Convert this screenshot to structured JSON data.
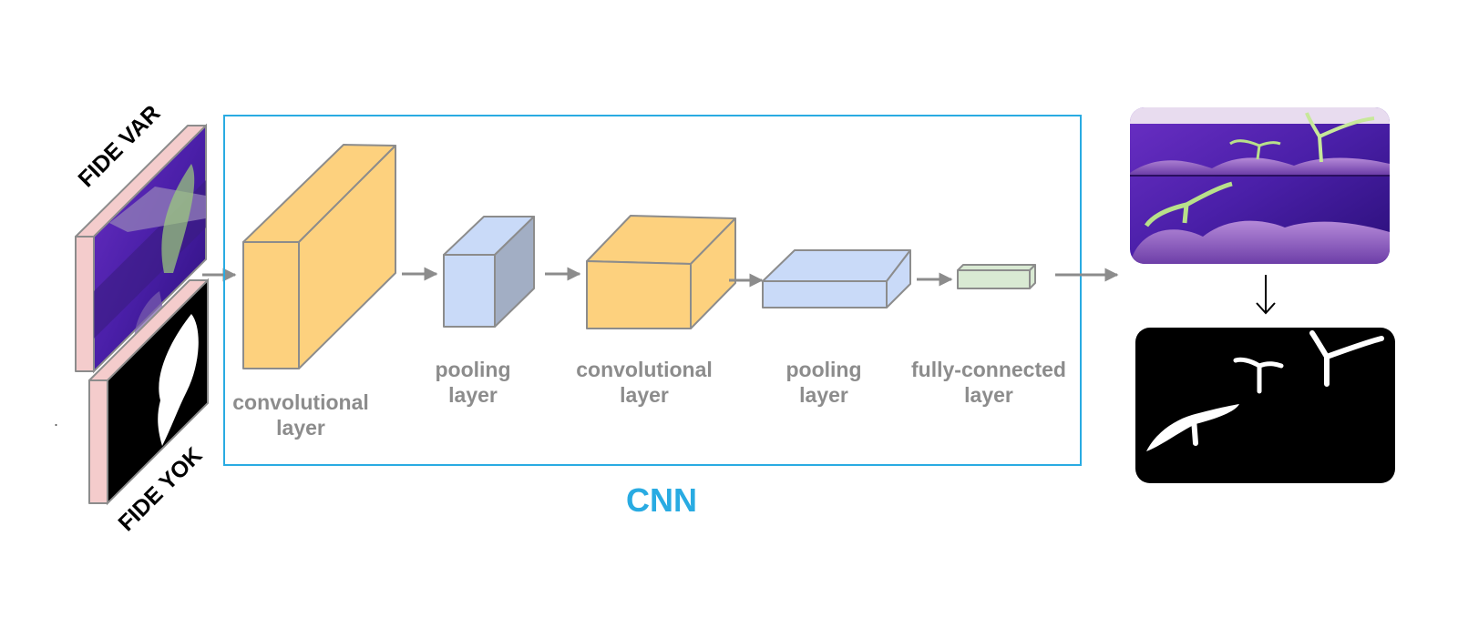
{
  "input": {
    "tag_with_seedling": "FIDE VAR",
    "tag_without_seedling": "FIDE YOK"
  },
  "cnn": {
    "title": "CNN",
    "layers": [
      {
        "line1": "convolutional",
        "line2": "layer"
      },
      {
        "line1": "pooling",
        "line2": "layer"
      },
      {
        "line1": "convolutional",
        "line2": "layer"
      },
      {
        "line1": "pooling",
        "line2": "layer"
      },
      {
        "line1": "fully-connected",
        "line2": "layer"
      }
    ]
  },
  "colors": {
    "cnn_frame": "#29abe2",
    "conv_layer": "#fdd17e",
    "pooling_layer": "#c9daf8",
    "fc_layer": "#d9ead3",
    "arrow": "#8c8c8c",
    "photo_frame": "#f4cccc",
    "label_text": "#8c8c8c"
  },
  "output": {
    "photo_icon": "seedling-photo",
    "mask_icon": "segmentation-mask"
  }
}
